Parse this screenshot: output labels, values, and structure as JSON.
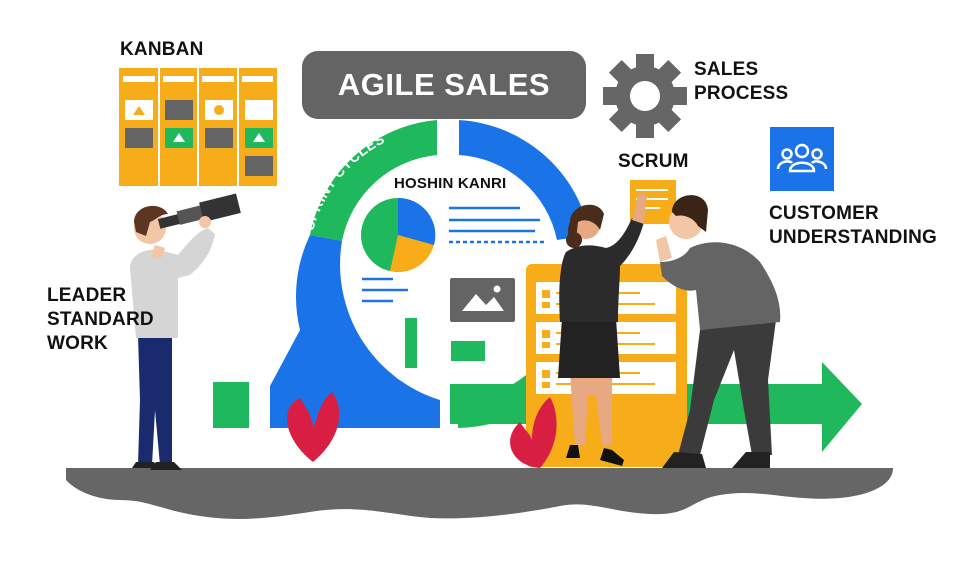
{
  "title": "AGILE SALES",
  "labels": {
    "kanban": "KANBAN",
    "sales_process": "SALES\nPROCESS",
    "scrum": "SCRUM",
    "customer_understanding": "CUSTOMER\nUNDERSTANDING",
    "leader_standard_work": "LEADER\nSTANDARD\nWORK",
    "hoshin_kanri": "HOSHIN KANRI",
    "sprint_cycles": "SPRINT CYCLES"
  },
  "icons": [
    "gear-icon",
    "people-group-icon",
    "image-placeholder-icon",
    "pie-chart-icon",
    "spyglass-icon",
    "arrow-right-icon"
  ],
  "colors": {
    "blue": "#1a74e8",
    "green": "#1fb85c",
    "orange": "#f7ad1a",
    "gray": "#646464",
    "red": "#d81f43",
    "ground": "#666666"
  }
}
